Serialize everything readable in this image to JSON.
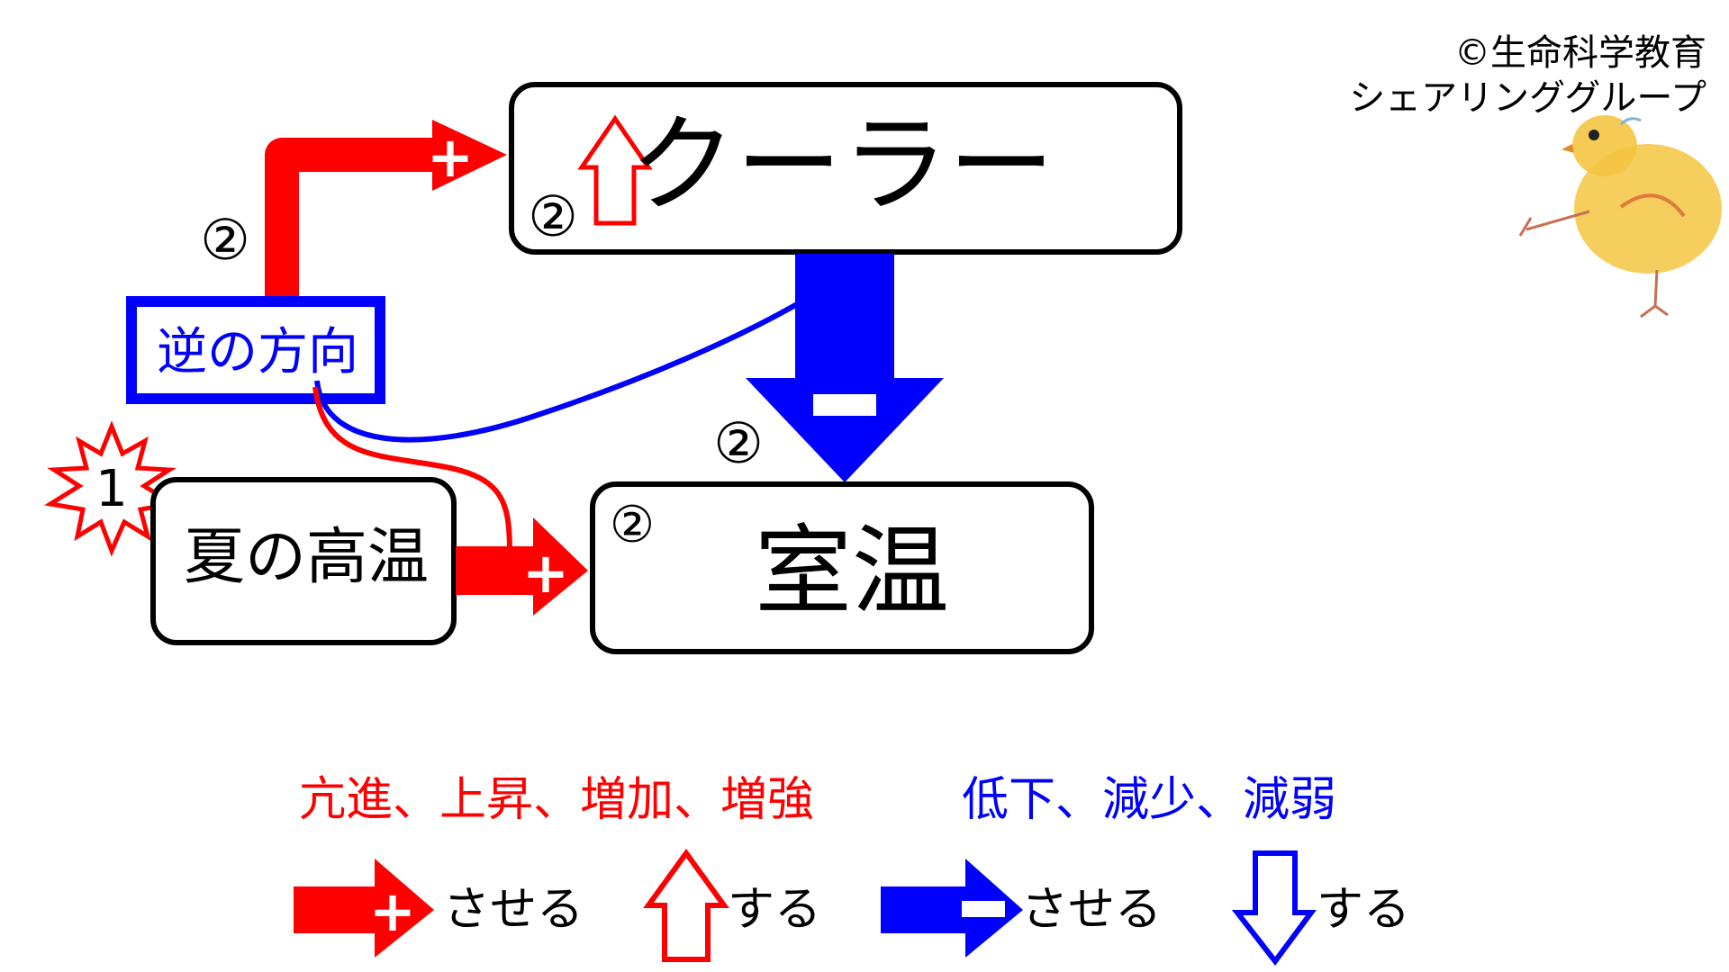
{
  "copyright": {
    "line1": "©生命科学教育",
    "line2": "シェアリンググループ"
  },
  "nodes": {
    "cooler": {
      "label": "クーラー",
      "step": "②"
    },
    "room_temp": {
      "label": "室温",
      "step": "②"
    },
    "summer_heat": {
      "label": "夏の高温",
      "step": "1"
    },
    "reverse": {
      "label": "逆の方向"
    }
  },
  "edge_marks": {
    "plus": "+",
    "minus": "−",
    "step_top_left": "②",
    "step_middle": "②"
  },
  "legend": {
    "increase_terms": "亢進、上昇、増加、増強",
    "decrease_terms": "低下、減少、減弱",
    "plus_arrow_caption": "させる",
    "up_arrow_caption": "する",
    "minus_arrow_caption": "させる",
    "down_arrow_caption": "する"
  },
  "colors": {
    "red": "#ff0000",
    "blue": "#0000ff",
    "black": "#000000",
    "chick_fill": "#f5c542"
  },
  "icons": {
    "chick": "chick-illustration-icon",
    "burst": "starburst-icon"
  }
}
